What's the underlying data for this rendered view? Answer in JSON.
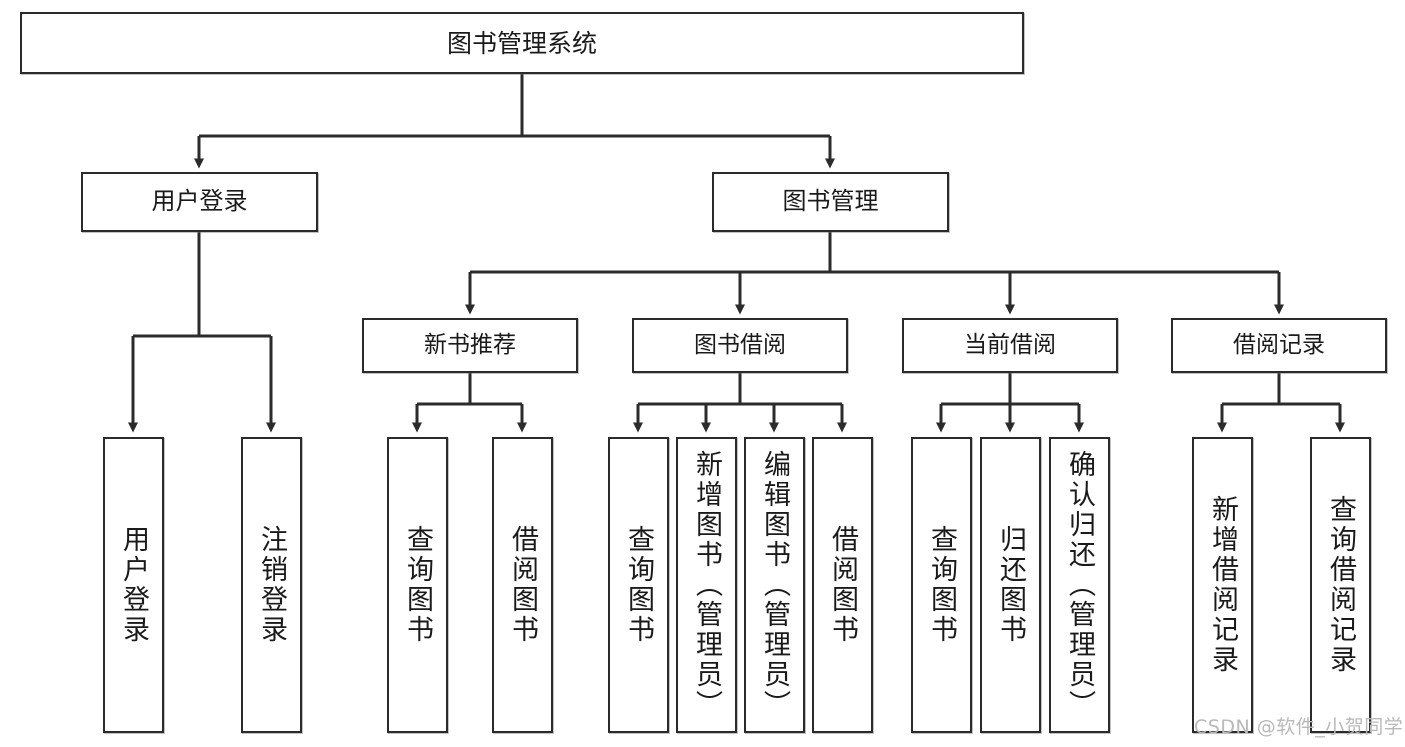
{
  "diagram": {
    "title": "图书管理系统",
    "type": "tree",
    "orientation": "top-down",
    "box_stroke_color": "#2b2b2b",
    "box_fill_color": "#ffffff",
    "edge_color": "#2b2b2b",
    "background_color": "#ffffff"
  },
  "nodes": {
    "root": {
      "label": "图书管理系统"
    },
    "level1": [
      {
        "id": "user-login",
        "label": "用户登录"
      },
      {
        "id": "book-manage",
        "label": "图书管理"
      }
    ],
    "level2": [
      {
        "id": "new-book-recommend",
        "label": "新书推荐"
      },
      {
        "id": "book-borrow",
        "label": "图书借阅"
      },
      {
        "id": "current-borrow",
        "label": "当前借阅"
      },
      {
        "id": "borrow-record",
        "label": "借阅记录"
      }
    ],
    "leaves": {
      "user-login": [
        {
          "id": "leaf-user-login",
          "label": "用户登录"
        },
        {
          "id": "leaf-logout-login",
          "label": "注销登录"
        }
      ],
      "new-book-recommend": [
        {
          "id": "leaf-query-book-1",
          "label": "查询图书"
        },
        {
          "id": "leaf-borrow-book-1",
          "label": "借阅图书"
        }
      ],
      "book-borrow": [
        {
          "id": "leaf-query-book-2",
          "label": "查询图书"
        },
        {
          "id": "leaf-add-book",
          "label": "新增图书（管理员）"
        },
        {
          "id": "leaf-edit-book",
          "label": "编辑图书（管理员）"
        },
        {
          "id": "leaf-borrow-book-2",
          "label": "借阅图书"
        }
      ],
      "current-borrow": [
        {
          "id": "leaf-query-book-3",
          "label": "查询图书"
        },
        {
          "id": "leaf-return-book",
          "label": "归还图书"
        },
        {
          "id": "leaf-confirm-return",
          "label": "确认归还（管理员）"
        }
      ],
      "borrow-record": [
        {
          "id": "leaf-add-record",
          "label": "新增借阅记录"
        },
        {
          "id": "leaf-query-record",
          "label": "查询借阅记录"
        }
      ]
    }
  },
  "watermark": {
    "text": "CSDN @软件_小贺同学"
  }
}
